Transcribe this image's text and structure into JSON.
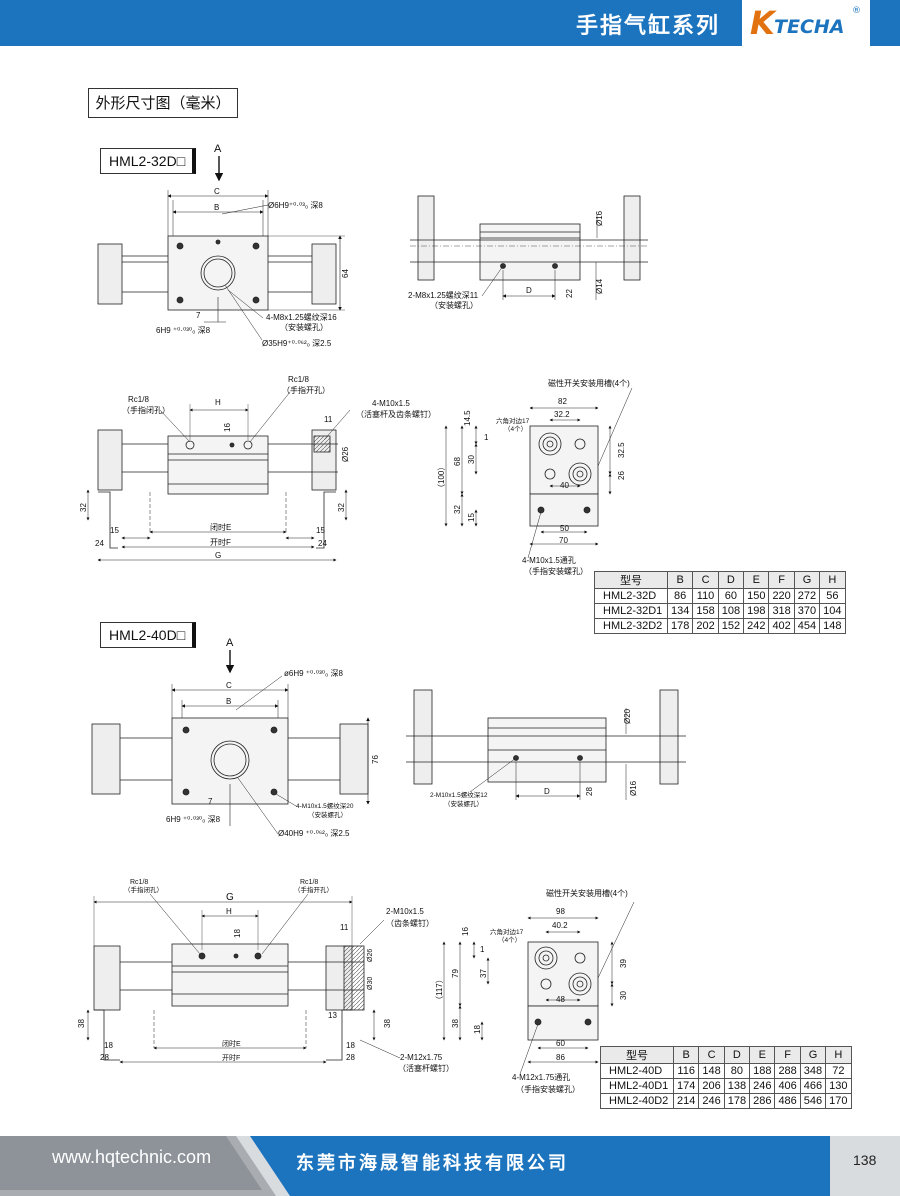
{
  "header": {
    "title": "手指气缸系列",
    "logo_mark": "K",
    "logo_text": "TECHA",
    "logo_reg": "®"
  },
  "section": {
    "title": "外形尺寸图（毫米）"
  },
  "hml32": {
    "tab": "HML2-32D□",
    "arrow": "A",
    "front": {
      "C": "C",
      "B": "B",
      "dim64": "64",
      "dim7": "7",
      "hole_top": "Ø6H9⁺⁰·⁰³₀ 深8",
      "pin": "6H9 ⁺⁰·⁰³⁰₀ 深8",
      "screw": "4-M8x1.25螺纹深16",
      "screw_sub": "（安装螺孔）",
      "bore": "Ø35H9⁺⁰·⁰⁶²₀ 深2.5"
    },
    "side": {
      "d16": "Ø16",
      "d14": "Ø14",
      "dim22": "22",
      "D": "D",
      "screw": "2-M8x1.25螺纹深11",
      "screw_sub": "（安装螺孔）"
    },
    "bottom": {
      "rc_close": "Rc1/8",
      "rc_close_sub": "（手指闭孔）",
      "rc_open": "Rc1/8",
      "rc_open_sub": "（手指开孔）",
      "H": "H",
      "dim16": "16",
      "dim11": "11",
      "d26": "Ø26",
      "thread": "4-M10x1.5",
      "thread_sub": "（活塞杆及齿条螺钉）",
      "dim32l": "32",
      "dim32r": "32",
      "dim15l": "15",
      "dim15r": "15",
      "dim24l": "24",
      "dim24r": "24",
      "E": "闭时E",
      "F": "开时F",
      "G": "G"
    },
    "end": {
      "slot": "磁性开关安装用槽(4个)",
      "dim82": "82",
      "dim322": "32.2",
      "dim145": "14.5",
      "hex": "六角对边17",
      "hex_sub": "（4个）",
      "dim1": "1",
      "dim30": "30",
      "dim68": "68",
      "dim100": "（100）",
      "dim32": "32",
      "dim325": "32.5",
      "dim26": "26",
      "dim40": "40",
      "dim15": "15",
      "dim50": "50",
      "dim70": "70",
      "thru": "4-M10x1.5通孔",
      "thru_sub": "（手指安装螺孔）"
    },
    "table": {
      "headers": [
        "型号",
        "B",
        "C",
        "D",
        "E",
        "F",
        "G",
        "H"
      ],
      "rows": [
        [
          "HML2-32D",
          "86",
          "110",
          "60",
          "150",
          "220",
          "272",
          "56"
        ],
        [
          "HML2-32D1",
          "134",
          "158",
          "108",
          "198",
          "318",
          "370",
          "104"
        ],
        [
          "HML2-32D2",
          "178",
          "202",
          "152",
          "242",
          "402",
          "454",
          "148"
        ]
      ]
    }
  },
  "hml40": {
    "tab": "HML2-40D□",
    "arrow": "A",
    "front": {
      "C": "C",
      "B": "B",
      "dim76": "76",
      "dim7": "7",
      "hole_top": "ø6H9 ⁺⁰·⁰³⁰₀ 深8",
      "pin": "6H9 ⁺⁰·⁰³⁰₀ 深8",
      "screw": "4-M10x1.5螺纹深20",
      "screw_sub": "（安装螺孔）",
      "bore": "Ø40H9 ⁺⁰·⁰⁶²₀ 深2.5"
    },
    "side": {
      "d20": "Ø20",
      "d16": "Ø16",
      "dim28": "28",
      "D": "D",
      "screw": "2-M10x1.5螺纹深12",
      "screw_sub": "（安装螺孔）"
    },
    "bottom": {
      "rc_close": "Rc1/8",
      "rc_close_sub": "（手指闭孔）",
      "rc_open": "Rc1/8",
      "rc_open_sub": "（手指开孔）",
      "G": "G",
      "H": "H",
      "dim18": "18",
      "dim11": "11",
      "thread": "2-M10x1.5",
      "thread_sub": "（齿条螺钉）",
      "d26": "Ø26",
      "d30": "Ø30",
      "dim13": "13",
      "dim38l": "38",
      "dim38r": "38",
      "dim18l": "18",
      "dim18r": "18",
      "dim28l": "28",
      "dim28r": "28",
      "E": "闭时E",
      "F": "开时F",
      "rod": "2-M12x1.75",
      "rod_sub": "（活塞杆螺钉）"
    },
    "end": {
      "slot": "磁性开关安装用槽(4个)",
      "dim98": "98",
      "dim402": "40.2",
      "dim16": "16",
      "hex": "六角对边17",
      "hex_sub": "（4个）",
      "dim1": "1",
      "dim37": "37",
      "dim79": "79",
      "dim117": "（117）",
      "dim38": "38",
      "dim39": "39",
      "dim30": "30",
      "dim48": "48",
      "dim18": "18",
      "dim60": "60",
      "dim86": "86",
      "thru": "4-M12x1.75通孔",
      "thru_sub": "（手指安装螺孔）"
    },
    "table": {
      "headers": [
        "型号",
        "B",
        "C",
        "D",
        "E",
        "F",
        "G",
        "H"
      ],
      "rows": [
        [
          "HML2-40D",
          "116",
          "148",
          "80",
          "188",
          "288",
          "348",
          "72"
        ],
        [
          "HML2-40D1",
          "174",
          "206",
          "138",
          "246",
          "406",
          "466",
          "130"
        ],
        [
          "HML2-40D2",
          "214",
          "246",
          "178",
          "286",
          "486",
          "546",
          "170"
        ]
      ]
    }
  },
  "footer": {
    "url": "www.hqtechnic.com",
    "company": "东莞市海晟智能科技有限公司",
    "page": "138"
  },
  "colors": {
    "brand_blue": "#1c74bf",
    "brand_orange": "#e2720f",
    "footer_gray": "#d9dcdf"
  }
}
